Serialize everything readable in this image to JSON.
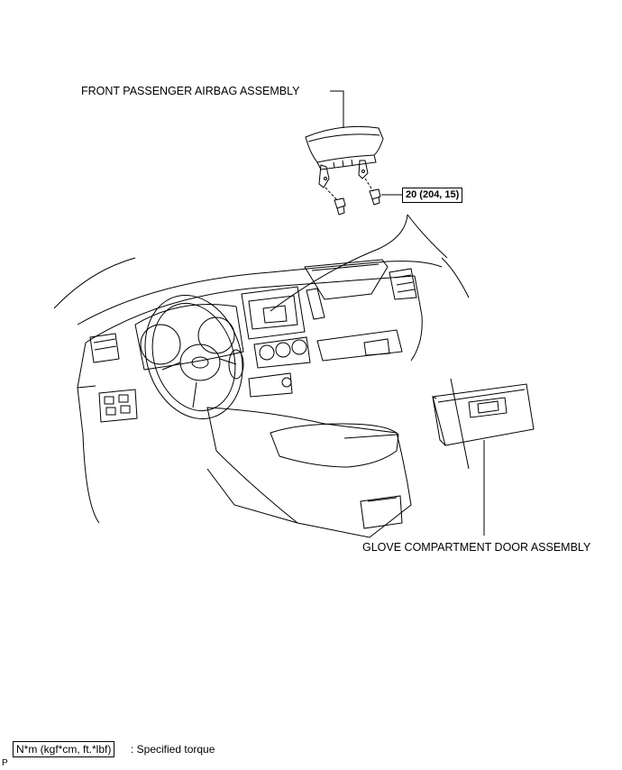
{
  "labels": {
    "airbag": "FRONT PASSENGER AIRBAG ASSEMBLY",
    "glove": "GLOVE COMPARTMENT DOOR ASSEMBLY"
  },
  "torque": {
    "value": "20 (204, 15)"
  },
  "legend": {
    "unit_box": "N*m (kgf*cm, ft.*lbf)",
    "description": ": Specified torque"
  },
  "corner_code": "P"
}
